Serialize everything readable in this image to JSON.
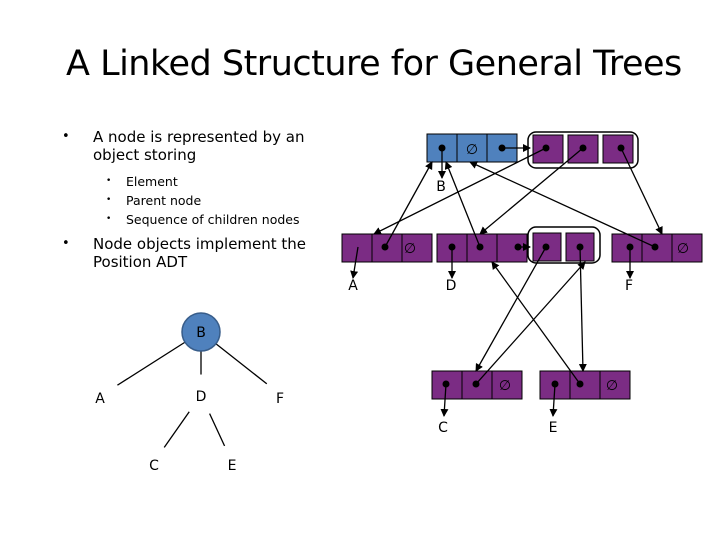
{
  "slide": {
    "title": "A Linked Structure for General Trees",
    "bullets": [
      {
        "text": "A node is represented by an object storing",
        "subitems": [
          "Element",
          "Parent node",
          "Sequence of children nodes"
        ]
      },
      {
        "text": "Node objects implement the Position ADT",
        "subitems": []
      }
    ]
  },
  "tree": {
    "nodes": [
      "B",
      "A",
      "D",
      "F",
      "C",
      "E"
    ]
  },
  "linked": {
    "null_symbol": "∅",
    "element_labels": [
      "B",
      "A",
      "D",
      "F",
      "C",
      "E"
    ]
  },
  "colors": {
    "root_node": "#4f81bd",
    "child_node": "#7b2c84",
    "tree_node": "#4f81bd"
  }
}
